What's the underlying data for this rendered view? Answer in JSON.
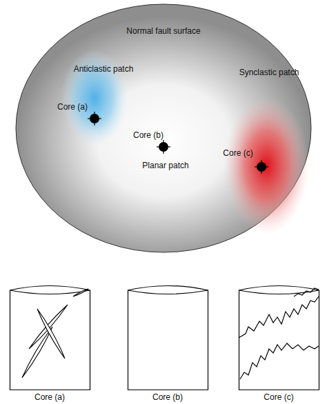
{
  "diagram": {
    "nodes": [
      {
        "text": [
          "Normal fault surface"
        ]
      },
      {
        "text": [
          "Anticlastic patch",
          "Core (a)"
        ],
        "in": 0
      },
      {
        "text": [
          "Synclastic patch",
          "Core (c)"
        ],
        "in": 0
      },
      {
        "text": [
          "Core (a)"
        ]
      },
      {
        "text": [
          "Core (b)"
        ]
      },
      {
        "text": [
          "Core (c)"
        ]
      }
    ],
    "labels": [
      "Core (b)",
      "Planar patch"
    ]
  }
}
